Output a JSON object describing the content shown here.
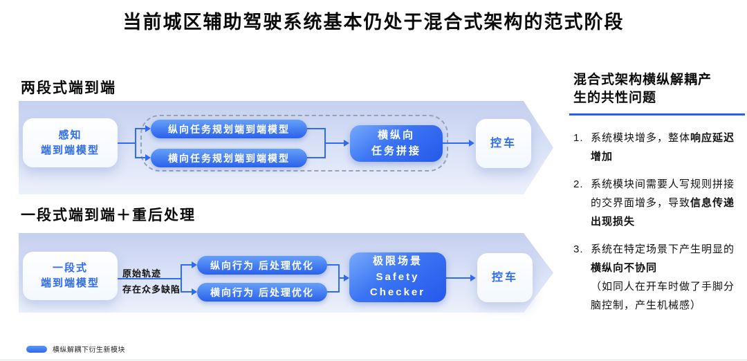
{
  "title": "当前城区辅助驾驶系统基本仍处于混合式架构的范式阶段",
  "colors": {
    "accent_blue": "#2f6bf5",
    "pill_gradient_top": "#66a0f8",
    "pill_gradient_bottom": "#2a61ec",
    "band_top": "#c5d0ef",
    "band_bottom": "#ecf0fb",
    "heading_rule": "#2360ee",
    "box_text_blue": "#2e6bf0"
  },
  "sections": {
    "two_stage": {
      "heading": "两段式端到端",
      "perception_model": "感知\n端到端模型",
      "pill_longitudinal": "纵向任务规划端到端模型",
      "pill_lateral": "横向任务规划端到端模型",
      "merge_box": "横纵向\n任务拼接",
      "control": "控车"
    },
    "one_stage": {
      "heading": "一段式端到端＋重后处理",
      "model": "一段式\n端到端模型",
      "arrow_label_top": "原始轨迹",
      "arrow_label_bottom": "存在众多缺陷",
      "pill_longitudinal": "纵向行为 后处理优化",
      "pill_lateral": "横向行为 后处理优化",
      "safety_box": "极限场景\nSafety\nChecker",
      "control": "控车"
    }
  },
  "problems": {
    "heading": "混合式架构横纵解耦产\n生的共性问题",
    "items": [
      {
        "num": "1.",
        "runs": [
          {
            "text": "系统模块增多，整体"
          },
          {
            "text": "响应延迟增加",
            "bold": true
          }
        ],
        "note": ""
      },
      {
        "num": "2.",
        "runs": [
          {
            "text": "系统模块间需要人写规则拼接的交界面增多，导致"
          },
          {
            "text": "信息传递出现损失",
            "bold": true
          }
        ],
        "note": ""
      },
      {
        "num": "3.",
        "runs": [
          {
            "text": "系统在特定场景下产生明显的"
          },
          {
            "text": "横纵向不协同",
            "bold": true
          }
        ],
        "note": "（如同人在开车时做了手脚分脑控制，产生机械感）"
      }
    ]
  },
  "legend": {
    "label": "横纵解耦下衍生新模块"
  }
}
